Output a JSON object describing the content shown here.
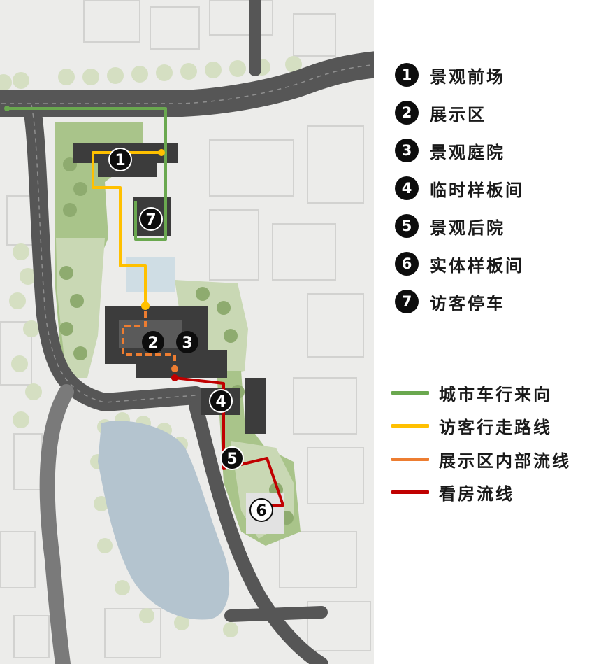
{
  "legend": {
    "items": [
      {
        "num": "1",
        "label": "景观前场"
      },
      {
        "num": "2",
        "label": "展示区"
      },
      {
        "num": "3",
        "label": "景观庭院"
      },
      {
        "num": "4",
        "label": "临时样板间"
      },
      {
        "num": "5",
        "label": "景观后院"
      },
      {
        "num": "6",
        "label": "实体样板间"
      },
      {
        "num": "7",
        "label": "访客停车"
      }
    ]
  },
  "routes": {
    "items": [
      {
        "label": "城市车行来向",
        "color": "#6aa84f"
      },
      {
        "label": "访客行走路线",
        "color": "#ffc000"
      },
      {
        "label": "展示区内部流线",
        "color": "#ed7d31"
      },
      {
        "label": "看房流线",
        "color": "#c00000"
      }
    ]
  },
  "map": {
    "markers": [
      "1",
      "2",
      "3",
      "4",
      "5",
      "6",
      "7"
    ],
    "colors": {
      "road": "#565656",
      "lawn": "#a9c48a",
      "lawn_light": "#c9d8b4",
      "tree": "#d5dfc2",
      "water": "#b4c4cf",
      "building": "#3c3c3c",
      "block_line": "#d2d2d0"
    }
  }
}
